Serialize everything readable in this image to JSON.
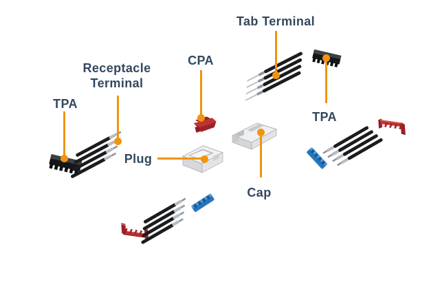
{
  "diagram_title": "",
  "labels": {
    "tab_terminal": "Tab Terminal",
    "receptacle_line1": "Receptacle",
    "receptacle_line2": "Terminal",
    "cpa": "CPA",
    "tpa_left": "TPA",
    "tpa_right": "TPA",
    "plug": "Plug",
    "cap": "Cap"
  },
  "palette": {
    "accent_orange": "#f0940f",
    "label_text": "#33475e",
    "wire_black": "#1b1c1e",
    "metal_silver": "#b6bcc2",
    "metal_dark": "#8e959c",
    "housing_black": "#151618",
    "clip_red": "#c23330",
    "connector_blue": "#2876ba",
    "shell_white": "#f1f1f3",
    "background": "#ffffff"
  },
  "icons": {
    "tab_terminal_wires": "four black wires with male tab pin terminals",
    "receptacle_terminal_wires": "four black wires with female receptacle terminals",
    "tpa_left_lock": "black TPA comb lock",
    "tpa_right_lock": "black TPA comb lock",
    "cpa_lock": "red CPA clip",
    "plug_housing": "white plug connector housing",
    "cap_housing": "white cap connector housing",
    "right_wire_set": "four crimped wires with blue terminal block",
    "bottom_wire_set": "four crimped wires with blue terminal block and red retainer clip",
    "right_red_clip": "red terminal retainer clip"
  }
}
